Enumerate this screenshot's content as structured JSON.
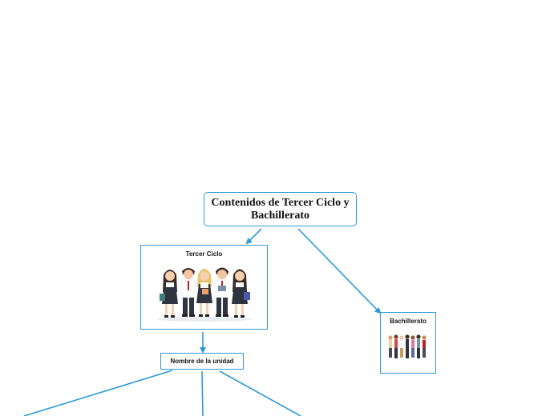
{
  "diagram": {
    "root": {
      "title": "Contenidos de Tercer Ciclo y Bachillerato"
    },
    "nodes": {
      "tercer_ciclo": {
        "title": "Tercer Ciclo",
        "image": "students-group-illustration"
      },
      "bachillerato": {
        "title": "Bachillerato",
        "image": "students-row-illustration"
      },
      "nombre_unidad": {
        "title": "Nombre de la unidad"
      }
    }
  },
  "colors": {
    "connector": "#2d9ad6",
    "border": "#2d9ad6",
    "background": "#ffffff",
    "text": "#111111"
  }
}
